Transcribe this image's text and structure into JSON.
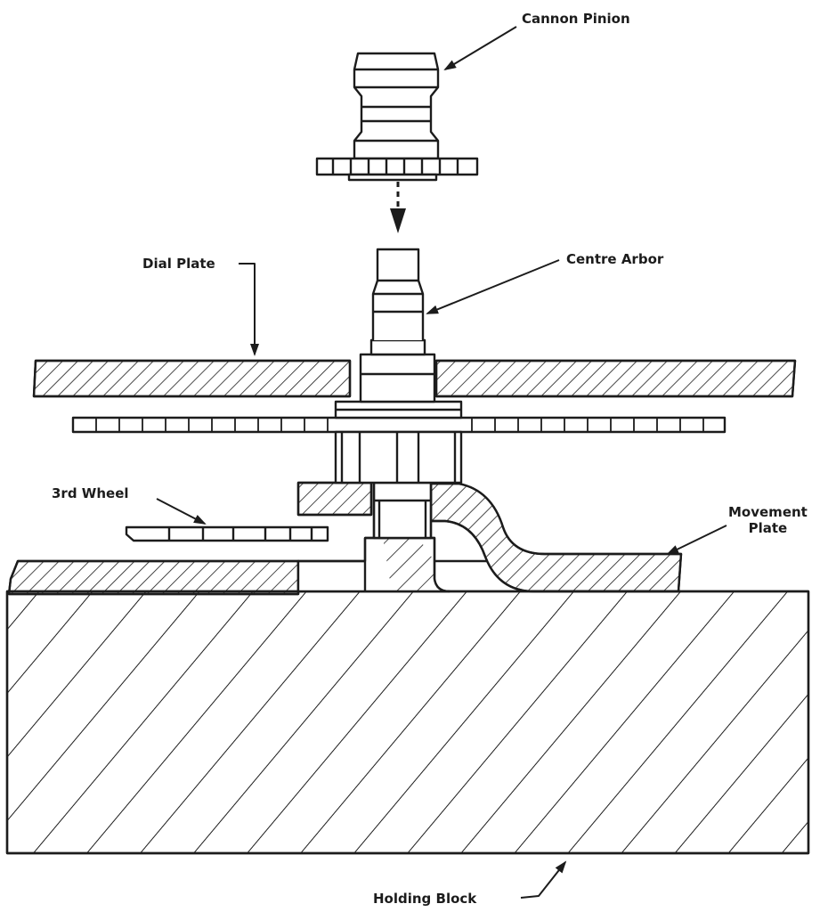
{
  "labels": {
    "cannon_pinion": "Cannon Pinion",
    "centre_arbor": "Centre Arbor",
    "dial_plate": "Dial Plate",
    "third_wheel": "3rd Wheel",
    "movement_plate_line1": "Movement",
    "movement_plate_line2": "Plate",
    "holding_block": "Holding Block"
  },
  "colors": {
    "ink": "#1c1c1c",
    "paper": "#ffffff"
  }
}
